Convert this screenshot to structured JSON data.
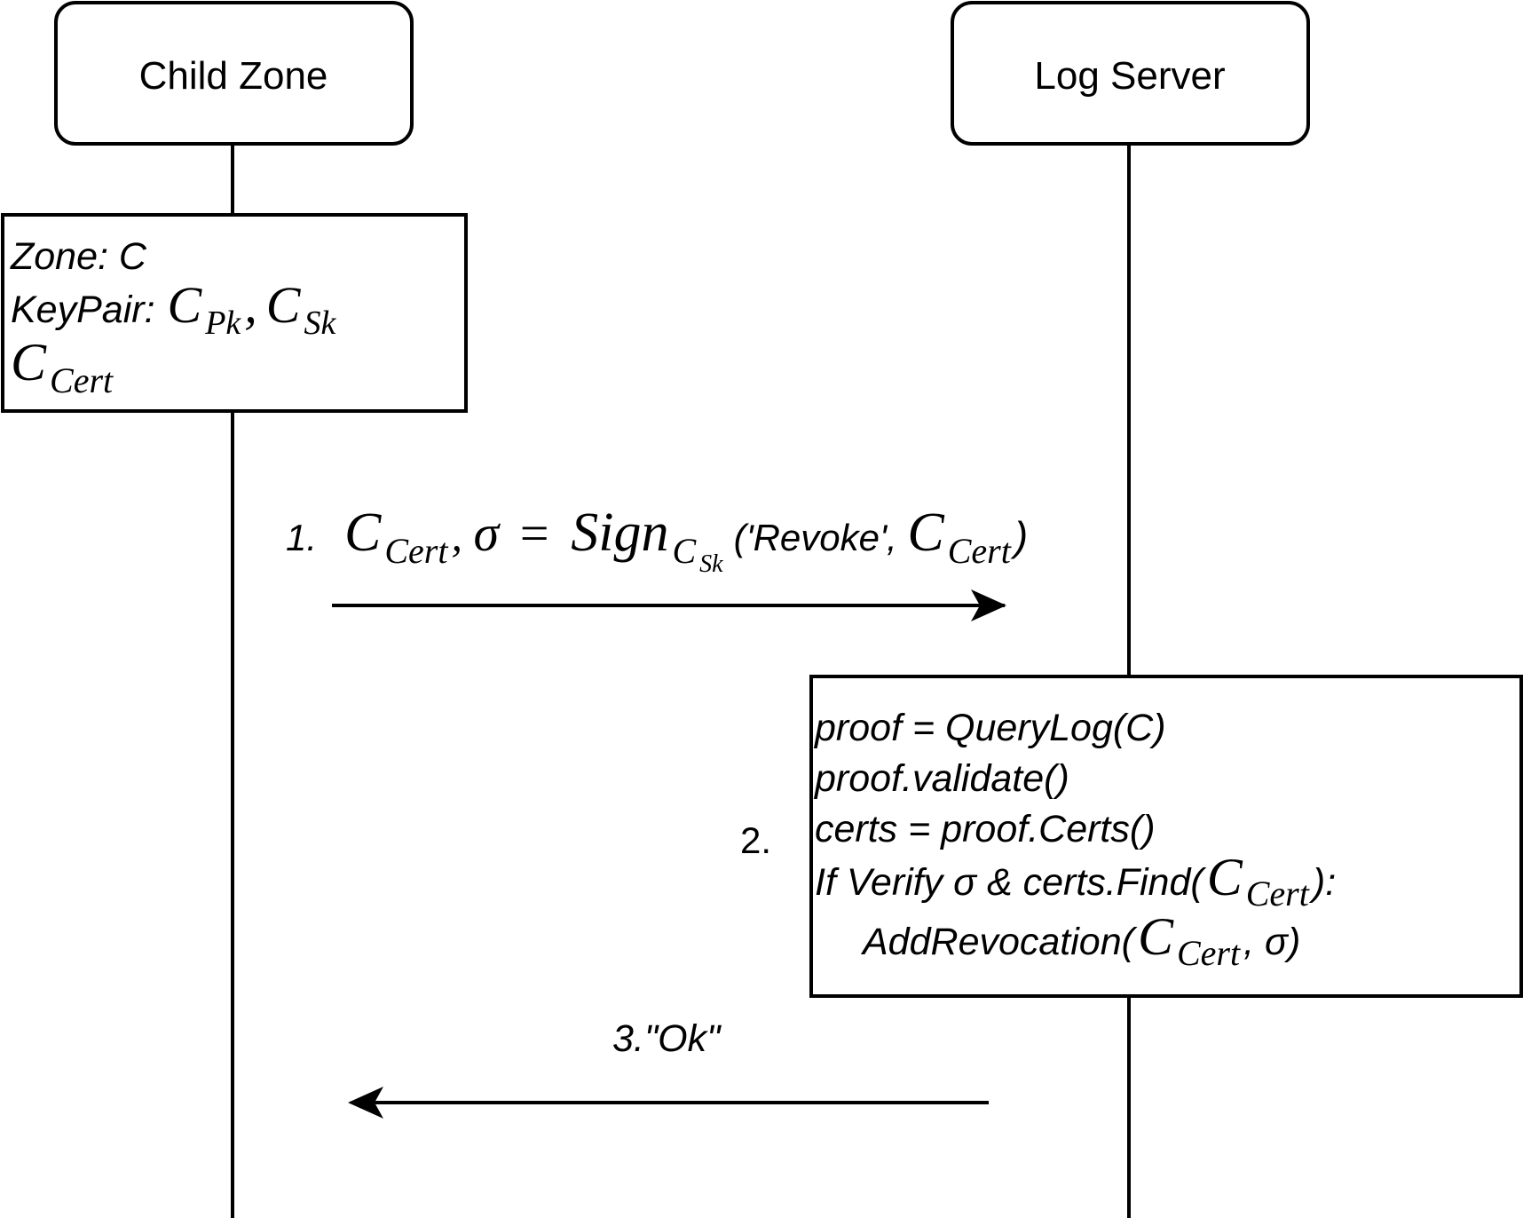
{
  "participants": {
    "left": {
      "label": "Child Zone"
    },
    "right": {
      "label": "Log Server"
    }
  },
  "zone_box": {
    "zone_label": "Zone: C",
    "keypair_label": "KeyPair:",
    "pk_base": "C",
    "pk_sub": "Pk",
    "comma": ",",
    "sk_base": "C",
    "sk_sub": "Sk",
    "cert_base": "C",
    "cert_sub": "Cert"
  },
  "message1": {
    "num": "1.",
    "cert_base": "C",
    "cert_sub": "Cert",
    "sep": ", ",
    "sigma": "σ",
    "equals": "=",
    "sign": "Sign",
    "sign_sub_base": "C",
    "sign_sub_sub": "Sk",
    "args_open": "('Revoke', ",
    "arg_base": "C",
    "arg_sub": "Cert",
    "args_close": ")"
  },
  "process": {
    "num": "2.",
    "line1": "proof = QueryLog(C)",
    "line2": "proof.validate()",
    "line3": "certs = proof.Certs()",
    "line4_pre": "If Verify σ & certs.Find(",
    "line4_base": "C",
    "line4_sub": "Cert",
    "line4_post": "):",
    "line5_pre": "AddRevocation(",
    "line5_base": "C",
    "line5_sub": "Cert",
    "line5_post": ", σ)"
  },
  "message3": {
    "label": "3.\"Ok\""
  }
}
